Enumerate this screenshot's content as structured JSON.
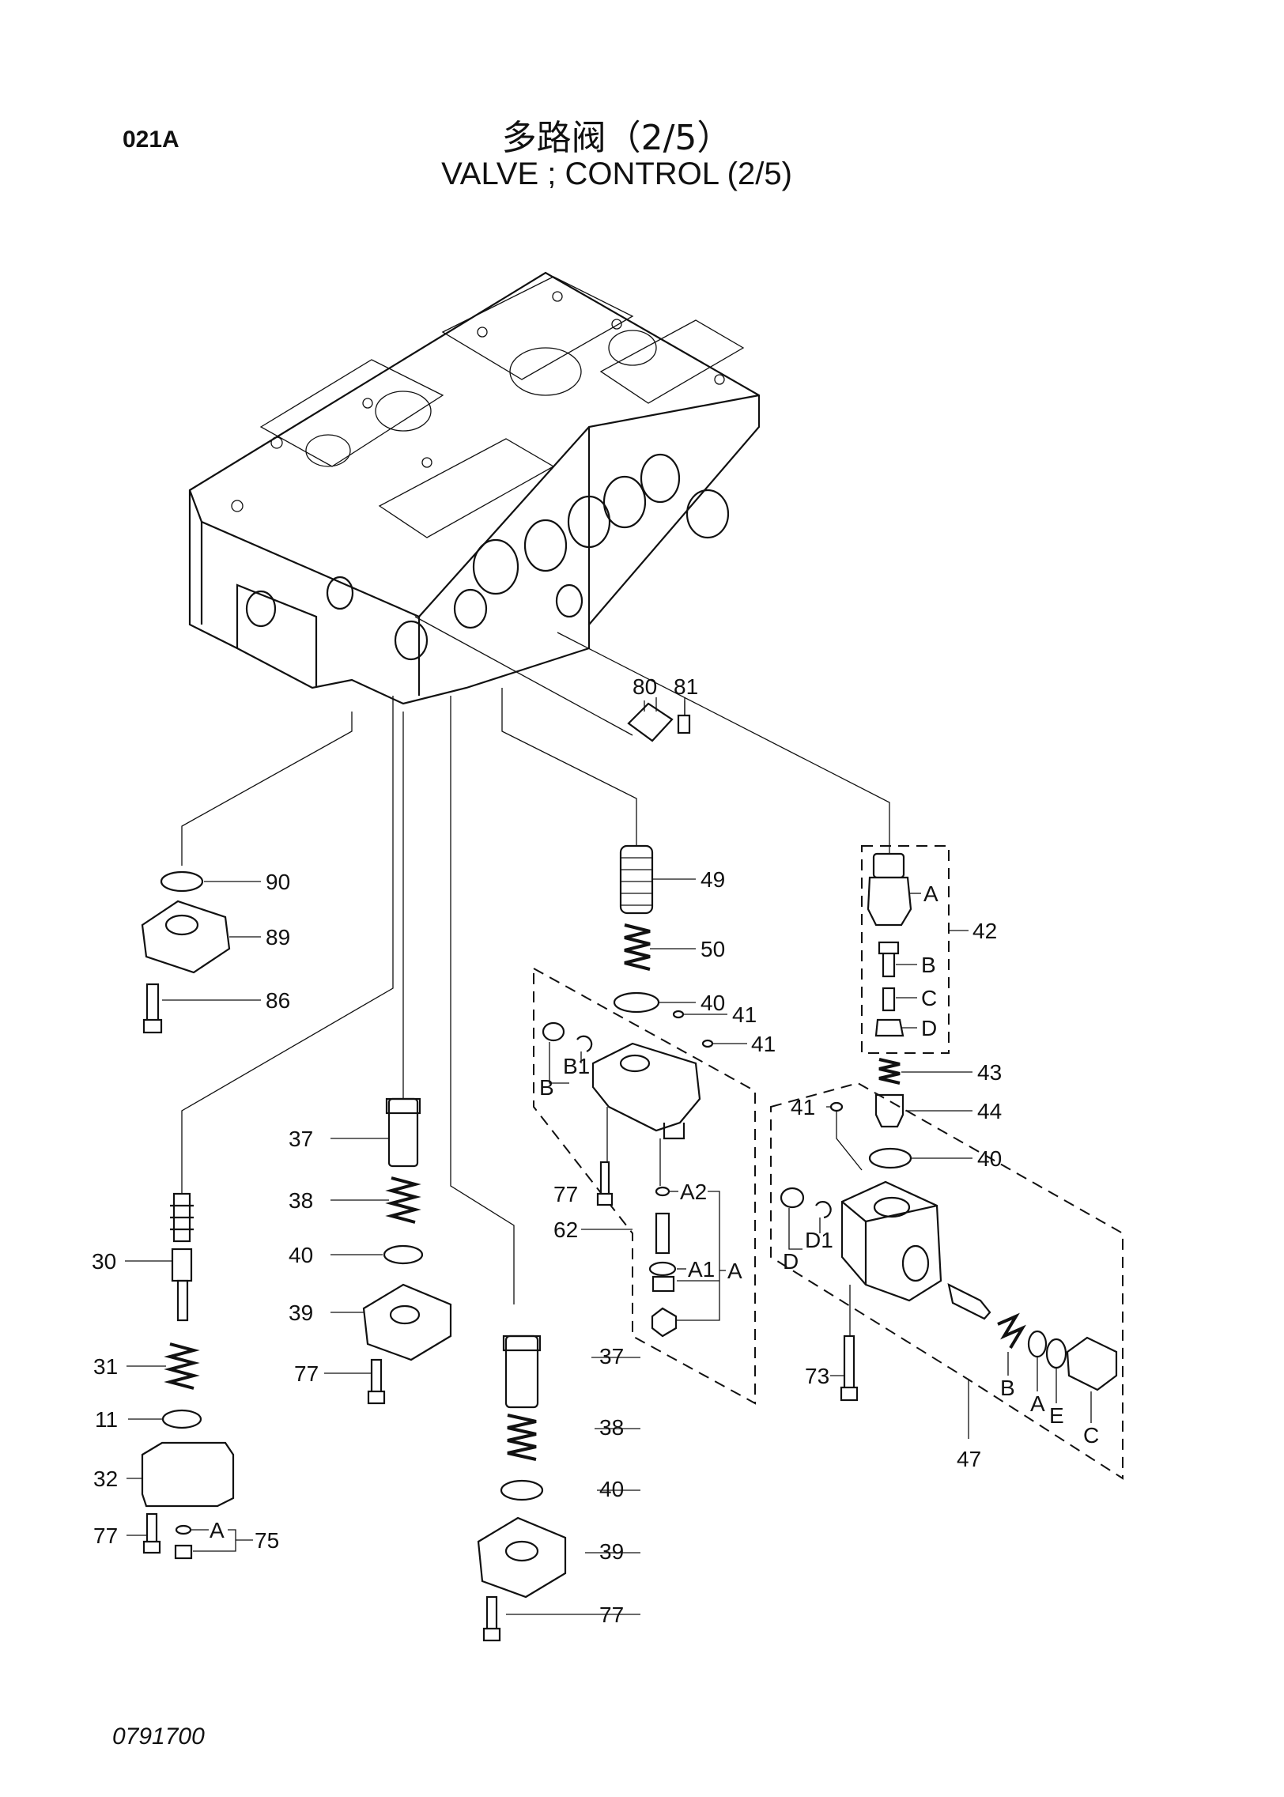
{
  "header": {
    "page_code": "021A",
    "title_cn": "多路阀（2/5）",
    "title_en": "VALVE ; CONTROL (2/5)"
  },
  "footer": {
    "drawing_no": "0791700"
  },
  "parts": {
    "p90": "90",
    "p89": "89",
    "p86": "86",
    "p80": "80",
    "p81": "81",
    "p49": "49",
    "p50": "50",
    "p42": "42",
    "p42A": "A",
    "p42B": "B",
    "p42C": "C",
    "p42D": "D",
    "p43": "43",
    "p44": "44",
    "p40r": "40",
    "p40c": "40",
    "p41a": "41",
    "p41b": "41",
    "pB1": "B1",
    "pB": "B",
    "p41d": "41",
    "p37a": "37",
    "p38a": "38",
    "p40a": "40",
    "p39a": "39",
    "p77a": "77",
    "p30": "30",
    "p31": "31",
    "p11": "11",
    "p32": "32",
    "p77b": "77",
    "p75": "75",
    "p75A": "A",
    "p77c": "77",
    "p62": "62",
    "pA2": "A2",
    "pA1": "A1",
    "pA": "A",
    "p37b": "37",
    "p38b": "38",
    "p40b": "40",
    "p39b": "39",
    "p77d": "77",
    "pD1": "D1",
    "pD": "D",
    "p73": "73",
    "p47B": "B",
    "p47A": "A",
    "p47E": "E",
    "p47C": "C",
    "p47": "47"
  }
}
